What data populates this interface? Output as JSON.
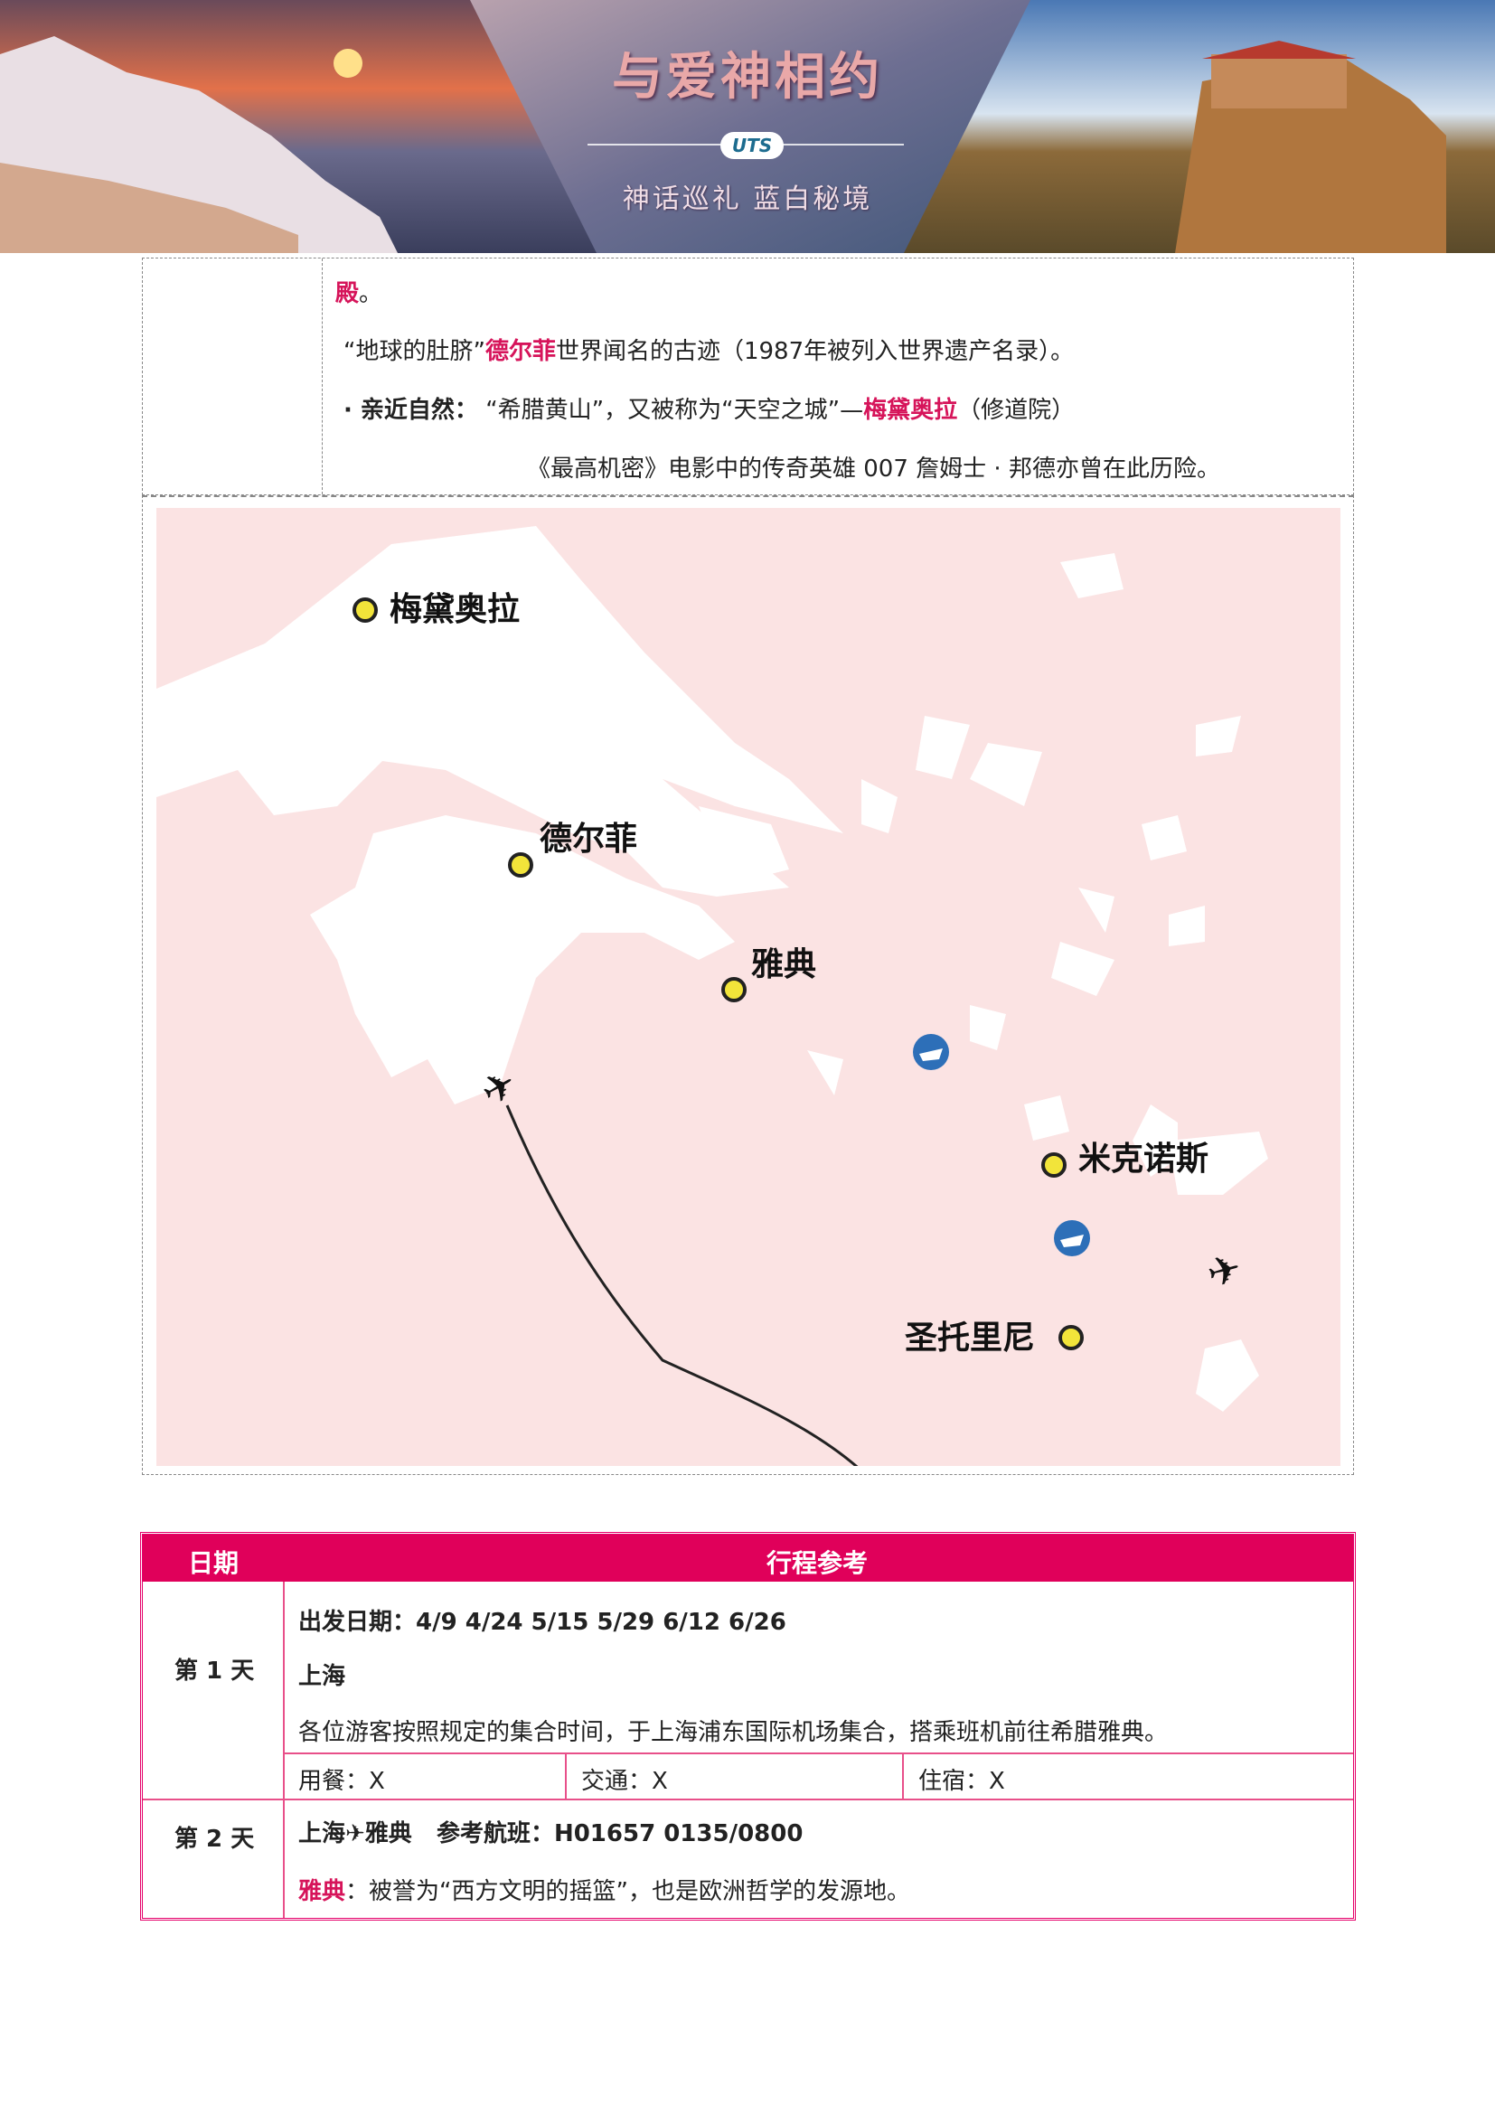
{
  "banner": {
    "title": "与爱神相约",
    "logo": "UTS",
    "subtitle": "神话巡礼 蓝白秘境"
  },
  "intro": {
    "line0_hl": "殿",
    "line0_end": "。",
    "line1_a": "“地球的肚脐”",
    "line1_hl": "德尔菲",
    "line1_b": "世界闻名的古迹（1987年被列入世界遗产名录）。",
    "line2_a": "· 亲近自然：",
    "line2_b": "“希腊黄山”，又被称为“天空之城”—",
    "line2_hl": "梅黛奥拉",
    "line2_c": "（修道院）",
    "line3": "《最高机密》电影中的传奇英雄 007 詹姆士 · 邦德亦曾在此历险。"
  },
  "map": {
    "cities": [
      "梅黛奥拉",
      "德尔菲",
      "雅典",
      "米克诺斯",
      "圣托里尼"
    ],
    "colors": {
      "land": "#ffffff",
      "sea": "#fbe3e3",
      "dot": "#f2e43a",
      "ship": "#2d6fb8"
    }
  },
  "itinerary": {
    "headers": [
      "日期",
      "行程参考"
    ],
    "days": [
      {
        "label": "第 1 天",
        "dates": "出发日期：4/9  4/24  5/15  5/29  6/12  6/26",
        "city": "上海",
        "desc": "各位游客按照规定的集合时间，于上海浦东国际机场集合，搭乘班机前往希腊雅典。",
        "meal": "用餐：X",
        "transport": "交通：X",
        "hotel": "住宿：X"
      },
      {
        "label": "第 2 天",
        "route": "上海✈雅典",
        "flight": "参考航班：H01657  0135/0800",
        "hl": "雅典",
        "desc": "：被誉为“西方文明的摇篮”，也是欧洲哲学的发源地。"
      }
    ],
    "accent": "#e0005a"
  }
}
